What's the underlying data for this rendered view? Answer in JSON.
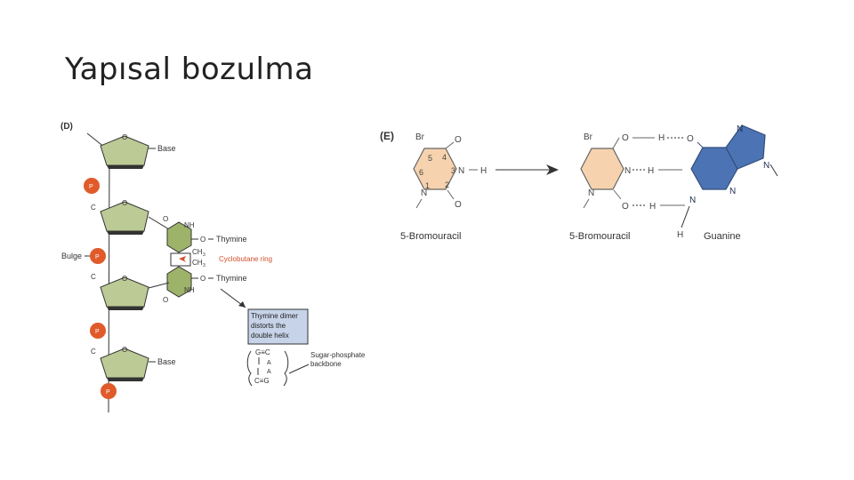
{
  "slide": {
    "title": "Yapısal bozulma"
  },
  "panel_d": {
    "label": "(D)",
    "base_top": "Base",
    "base_bottom": "Base",
    "p": "P",
    "c": "C",
    "o": "O",
    "nh": "NH",
    "bulge": "Bulge",
    "thymine_top": "Thymine",
    "thymine_bottom": "Thymine",
    "ch3": "CH",
    "sub3": "3",
    "cyclobutane": "Cyclobutane ring",
    "callout": [
      "Thymine dimer",
      "distorts the",
      "double helix"
    ],
    "backbone": [
      "Sugar-phosphate",
      "backbone"
    ],
    "helix_a": "A",
    "helix_gc": "G≡C",
    "helix_cg": "C≡G"
  },
  "panel_e": {
    "label": "(E)",
    "br": "Br",
    "o": "O",
    "n": "N",
    "h": "H",
    "pos5": "5",
    "pos4": "4",
    "pos6": "6",
    "pos3": "3",
    "pos1": "1",
    "pos2": "2",
    "bromouracil_left": "5-Bromouracil",
    "bromouracil_right": "5-Bromouracil",
    "guanine": "Guanine"
  },
  "colors": {
    "sugar_fill": "#bccb96",
    "thymine_fill": "#9db36a",
    "phosphate_fill": "#e05a2a",
    "bromouracil_fill": "#f6d3ae",
    "guanine_fill": "#4c73b3",
    "callout_fill": "#c7d3e8",
    "cyclobutane_text": "#d2502a"
  }
}
